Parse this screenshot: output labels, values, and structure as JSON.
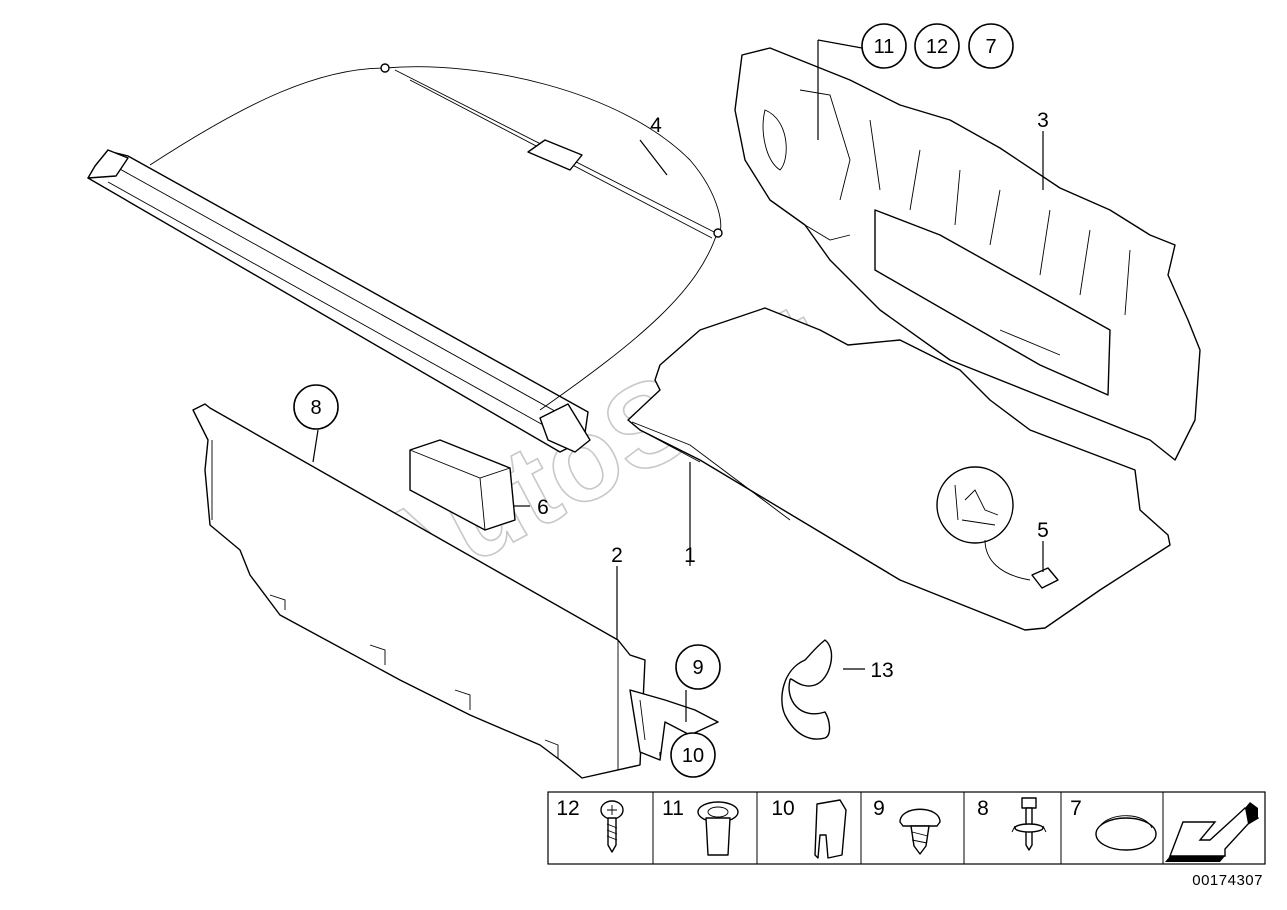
{
  "watermark": "AutoSoft",
  "reference_number": "00174307",
  "callouts": {
    "c1": "1",
    "c2": "2",
    "c3": "3",
    "c4": "4",
    "c5": "5",
    "c6": "6",
    "c13": "13",
    "c8": "8",
    "c9": "9",
    "c10": "10",
    "c11": "11",
    "c12": "12",
    "c7": "7"
  },
  "legend": [
    {
      "number": "12",
      "icon": "screw-icon"
    },
    {
      "number": "11",
      "icon": "grommet-nut-icon"
    },
    {
      "number": "10",
      "icon": "clip-icon"
    },
    {
      "number": "9",
      "icon": "expanding-rivet-icon"
    },
    {
      "number": "8",
      "icon": "bolt-washer-icon"
    },
    {
      "number": "7",
      "icon": "cap-icon"
    },
    {
      "number": "",
      "icon": "arrow-icon"
    }
  ]
}
